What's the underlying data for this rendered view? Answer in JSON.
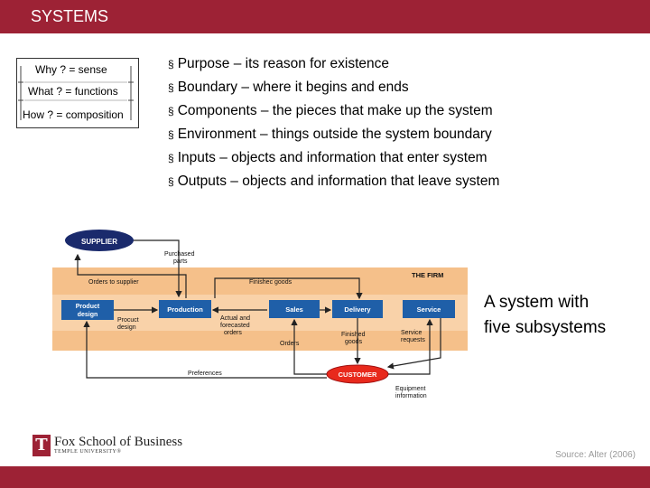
{
  "slide_title": "SYSTEMS",
  "why_box": {
    "line1": "Why ? = sense",
    "line2": "What ? = functions",
    "line3": "How ? = composition"
  },
  "bullets": [
    "Purpose – its reason for existence",
    "Boundary – where it begins and ends",
    "Components – the pieces that make up the system",
    "Environment – things outside the system boundary",
    "Inputs – objects and information that enter system",
    "Outputs – objects and information that leave system"
  ],
  "bullet_marker": "§",
  "diagram": {
    "supplier": "SUPPLIER",
    "purchased_parts_1": "Purchased",
    "purchased_parts_2": "parts",
    "orders_to_supplier": "Orders to supplier",
    "finished_goods_top": "Finishec goods",
    "the_firm": "THE FIRM",
    "product_design_1": "Product",
    "product_design_2": "design",
    "production": "Production",
    "sales": "Sales",
    "delivery": "Delivery",
    "service": "Service",
    "product_design_label_1": "Procuct",
    "product_design_label_2": "design",
    "actual_forecasted_1": "Actual and",
    "actual_forecasted_2": "forecasted",
    "actual_forecasted_3": "orders",
    "orders": "Orders",
    "finished_goods_1": "Finished",
    "finished_goods_2": "goods",
    "service_requests_1": "Service",
    "service_requests_2": "requests",
    "customer": "CUSTOMER",
    "preferences": "Preferences",
    "equipment_info_1": "Equipment",
    "equipment_info_2": "information",
    "colors": {
      "firm_band": "#f5c08a",
      "firm_band_light": "#fbe0c2",
      "box_blue": "#1f5fa8",
      "supplier_navy": "#1a2a6c",
      "customer_red": "#e8291c"
    }
  },
  "caption_line1": "A system with",
  "caption_line2": "five subsystems",
  "logo": {
    "initial": "T",
    "name": "Fox School of Business",
    "sub": "TEMPLE UNIVERSITY®"
  },
  "source": "Source: Alter (2006)",
  "colors": {
    "title_bar": "#9d2235",
    "bottom_bar": "#9d2235"
  }
}
